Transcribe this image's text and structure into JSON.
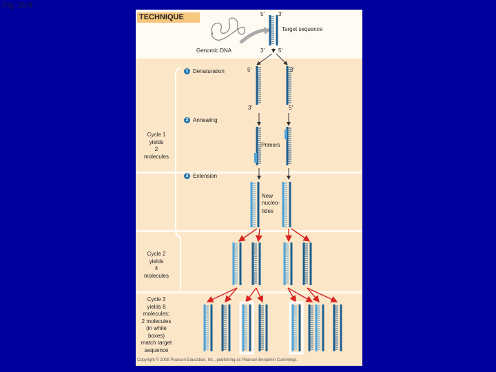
{
  "fig_label": "Fig. 20-8",
  "technique": "TECHNIQUE",
  "ends": {
    "five": "5′",
    "three": "3′"
  },
  "target_sequence": "Target sequence",
  "genomic_dna": "Genomic DNA",
  "steps": [
    {
      "num": "1",
      "label": "Denaturation"
    },
    {
      "num": "2",
      "label": "Annealing"
    },
    {
      "num": "3",
      "label": "Extension"
    }
  ],
  "primers": "Primers",
  "new_nucleotides": [
    "New",
    "nucleo-",
    "tides"
  ],
  "cycles": [
    {
      "lines": [
        "Cycle 1",
        "yields",
        "2",
        "molecules"
      ]
    },
    {
      "lines": [
        "Cycle 2",
        "yields",
        "4",
        "molecules"
      ]
    },
    {
      "lines": [
        "Cycle 3",
        "yields 8",
        "molecules;",
        "2 molecules",
        "(in white",
        "boxes)",
        "match target",
        "sequence"
      ]
    }
  ],
  "copyright": "Copyright © 2008 Pearson Education, Inc., publishing as Pearson Benjamin Cummings.",
  "colors": {
    "background": "#00009c",
    "panel": "#fffaf2",
    "band": "#fbe6c8",
    "strand_dark": "#1f5f8f",
    "strand_light": "#4fa3d8",
    "arrow": "#d8231e"
  }
}
